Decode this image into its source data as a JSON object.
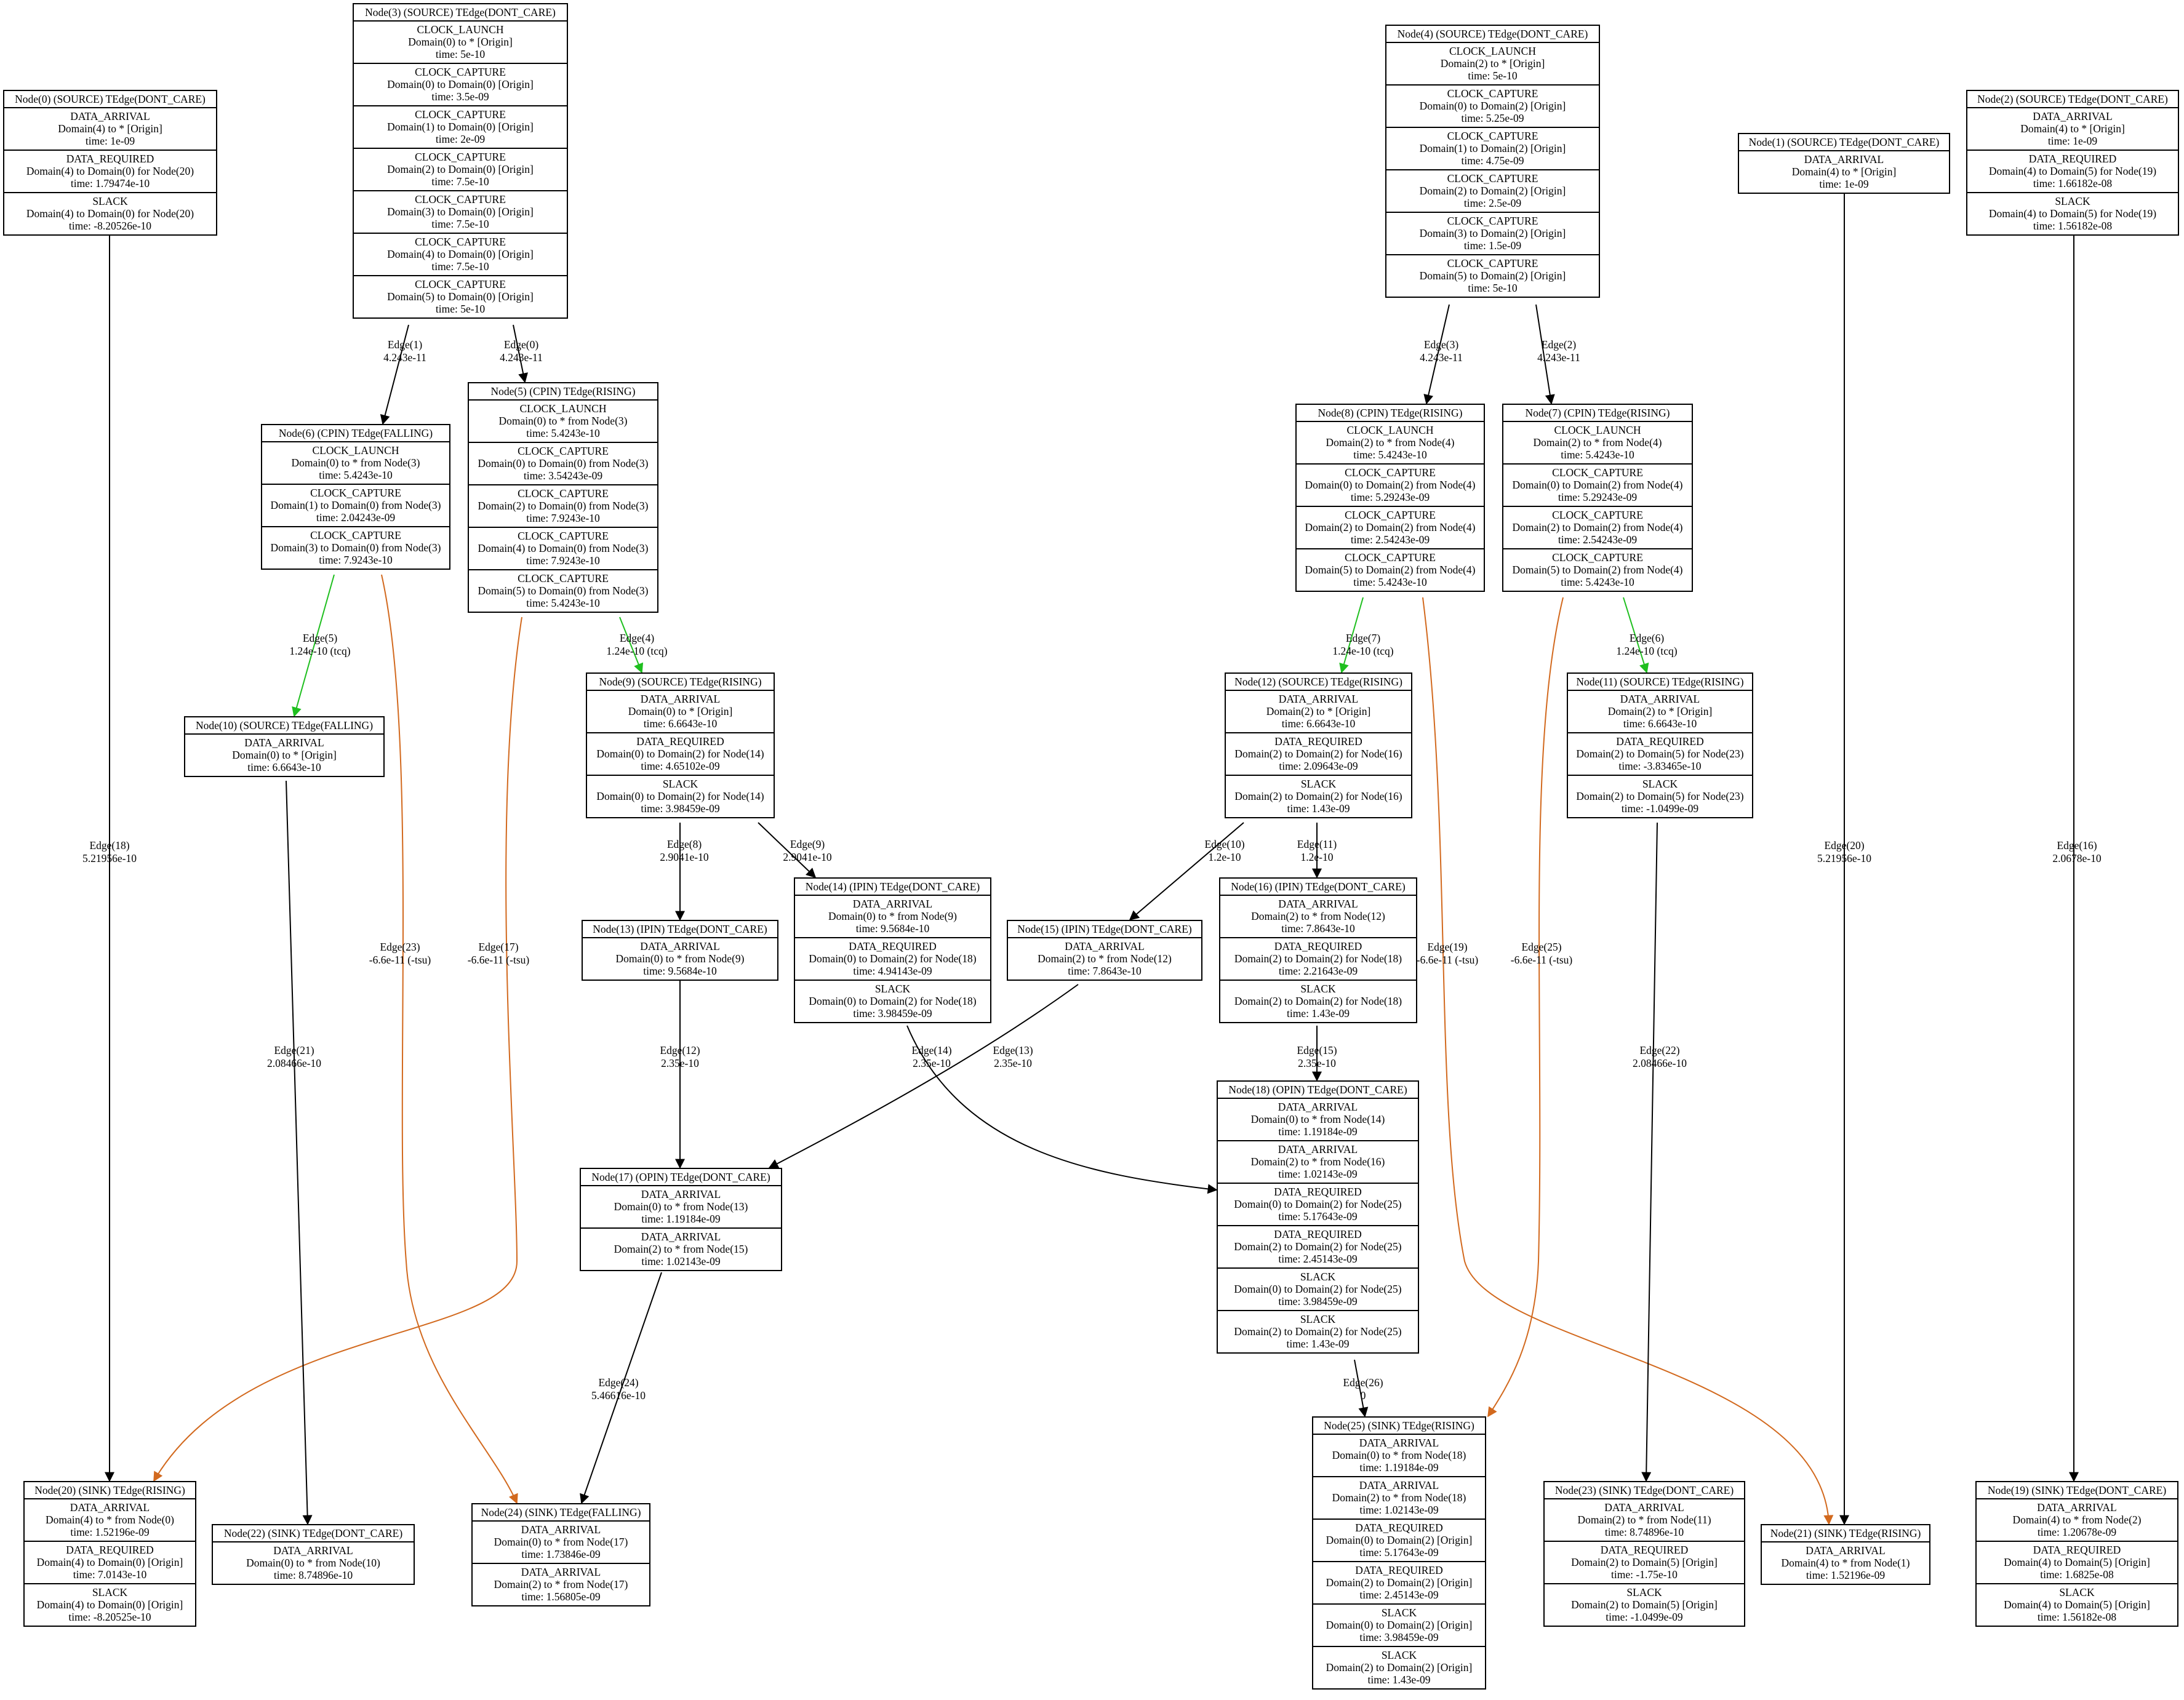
{
  "nodes": [
    {
      "id": "0",
      "title": "Node(0) (SOURCE) TEdge(DONT_CARE)",
      "rows": [
        {
          "kind": "DATA_ARRIVAL",
          "domain": "Domain(4) to * [Origin]",
          "time": "time: 1e-09"
        },
        {
          "kind": "DATA_REQUIRED",
          "domain": "Domain(4) to Domain(0) for Node(20)",
          "time": "time: 1.79474e-10"
        },
        {
          "kind": "SLACK",
          "domain": "Domain(4) to Domain(0) for Node(20)",
          "time": "time: -8.20526e-10"
        }
      ]
    },
    {
      "id": "3",
      "title": "Node(3) (SOURCE) TEdge(DONT_CARE)",
      "rows": [
        {
          "kind": "CLOCK_LAUNCH",
          "domain": "Domain(0) to * [Origin]",
          "time": "time: 5e-10"
        },
        {
          "kind": "CLOCK_CAPTURE",
          "domain": "Domain(0) to Domain(0) [Origin]",
          "time": "time: 3.5e-09"
        },
        {
          "kind": "CLOCK_CAPTURE",
          "domain": "Domain(1) to Domain(0) [Origin]",
          "time": "time: 2e-09"
        },
        {
          "kind": "CLOCK_CAPTURE",
          "domain": "Domain(2) to Domain(0) [Origin]",
          "time": "time: 7.5e-10"
        },
        {
          "kind": "CLOCK_CAPTURE",
          "domain": "Domain(3) to Domain(0) [Origin]",
          "time": "time: 7.5e-10"
        },
        {
          "kind": "CLOCK_CAPTURE",
          "domain": "Domain(4) to Domain(0) [Origin]",
          "time": "time: 7.5e-10"
        },
        {
          "kind": "CLOCK_CAPTURE",
          "domain": "Domain(5) to Domain(0) [Origin]",
          "time": "time: 5e-10"
        }
      ]
    },
    {
      "id": "4",
      "title": "Node(4) (SOURCE) TEdge(DONT_CARE)",
      "rows": [
        {
          "kind": "CLOCK_LAUNCH",
          "domain": "Domain(2) to * [Origin]",
          "time": "time: 5e-10"
        },
        {
          "kind": "CLOCK_CAPTURE",
          "domain": "Domain(0) to Domain(2) [Origin]",
          "time": "time: 5.25e-09"
        },
        {
          "kind": "CLOCK_CAPTURE",
          "domain": "Domain(1) to Domain(2) [Origin]",
          "time": "time: 4.75e-09"
        },
        {
          "kind": "CLOCK_CAPTURE",
          "domain": "Domain(2) to Domain(2) [Origin]",
          "time": "time: 2.5e-09"
        },
        {
          "kind": "CLOCK_CAPTURE",
          "domain": "Domain(3) to Domain(2) [Origin]",
          "time": "time: 1.5e-09"
        },
        {
          "kind": "CLOCK_CAPTURE",
          "domain": "Domain(5) to Domain(2) [Origin]",
          "time": "time: 5e-10"
        }
      ]
    },
    {
      "id": "1",
      "title": "Node(1) (SOURCE) TEdge(DONT_CARE)",
      "rows": [
        {
          "kind": "DATA_ARRIVAL",
          "domain": "Domain(4) to * [Origin]",
          "time": "time: 1e-09"
        }
      ]
    },
    {
      "id": "2",
      "title": "Node(2) (SOURCE) TEdge(DONT_CARE)",
      "rows": [
        {
          "kind": "DATA_ARRIVAL",
          "domain": "Domain(4) to * [Origin]",
          "time": "time: 1e-09"
        },
        {
          "kind": "DATA_REQUIRED",
          "domain": "Domain(4) to Domain(5) for Node(19)",
          "time": "time: 1.66182e-08"
        },
        {
          "kind": "SLACK",
          "domain": "Domain(4) to Domain(5) for Node(19)",
          "time": "time: 1.56182e-08"
        }
      ]
    },
    {
      "id": "6",
      "title": "Node(6) (CPIN) TEdge(FALLING)",
      "rows": [
        {
          "kind": "CLOCK_LAUNCH",
          "domain": "Domain(0) to * from Node(3)",
          "time": "time: 5.4243e-10"
        },
        {
          "kind": "CLOCK_CAPTURE",
          "domain": "Domain(1) to Domain(0) from Node(3)",
          "time": "time: 2.04243e-09"
        },
        {
          "kind": "CLOCK_CAPTURE",
          "domain": "Domain(3) to Domain(0) from Node(3)",
          "time": "time: 7.9243e-10"
        }
      ]
    },
    {
      "id": "5",
      "title": "Node(5) (CPIN) TEdge(RISING)",
      "rows": [
        {
          "kind": "CLOCK_LAUNCH",
          "domain": "Domain(0) to * from Node(3)",
          "time": "time: 5.4243e-10"
        },
        {
          "kind": "CLOCK_CAPTURE",
          "domain": "Domain(0) to Domain(0) from Node(3)",
          "time": "time: 3.54243e-09"
        },
        {
          "kind": "CLOCK_CAPTURE",
          "domain": "Domain(2) to Domain(0) from Node(3)",
          "time": "time: 7.9243e-10"
        },
        {
          "kind": "CLOCK_CAPTURE",
          "domain": "Domain(4) to Domain(0) from Node(3)",
          "time": "time: 7.9243e-10"
        },
        {
          "kind": "CLOCK_CAPTURE",
          "domain": "Domain(5) to Domain(0) from Node(3)",
          "time": "time: 5.4243e-10"
        }
      ]
    },
    {
      "id": "8",
      "title": "Node(8) (CPIN) TEdge(RISING)",
      "rows": [
        {
          "kind": "CLOCK_LAUNCH",
          "domain": "Domain(2) to * from Node(4)",
          "time": "time: 5.4243e-10"
        },
        {
          "kind": "CLOCK_CAPTURE",
          "domain": "Domain(0) to Domain(2) from Node(4)",
          "time": "time: 5.29243e-09"
        },
        {
          "kind": "CLOCK_CAPTURE",
          "domain": "Domain(2) to Domain(2) from Node(4)",
          "time": "time: 2.54243e-09"
        },
        {
          "kind": "CLOCK_CAPTURE",
          "domain": "Domain(5) to Domain(2) from Node(4)",
          "time": "time: 5.4243e-10"
        }
      ]
    },
    {
      "id": "7",
      "title": "Node(7) (CPIN) TEdge(RISING)",
      "rows": [
        {
          "kind": "CLOCK_LAUNCH",
          "domain": "Domain(2) to * from Node(4)",
          "time": "time: 5.4243e-10"
        },
        {
          "kind": "CLOCK_CAPTURE",
          "domain": "Domain(0) to Domain(2) from Node(4)",
          "time": "time: 5.29243e-09"
        },
        {
          "kind": "CLOCK_CAPTURE",
          "domain": "Domain(2) to Domain(2) from Node(4)",
          "time": "time: 2.54243e-09"
        },
        {
          "kind": "CLOCK_CAPTURE",
          "domain": "Domain(5) to Domain(2) from Node(4)",
          "time": "time: 5.4243e-10"
        }
      ]
    },
    {
      "id": "10",
      "title": "Node(10) (SOURCE) TEdge(FALLING)",
      "rows": [
        {
          "kind": "DATA_ARRIVAL",
          "domain": "Domain(0) to * [Origin]",
          "time": "time: 6.6643e-10"
        }
      ]
    },
    {
      "id": "9",
      "title": "Node(9) (SOURCE) TEdge(RISING)",
      "rows": [
        {
          "kind": "DATA_ARRIVAL",
          "domain": "Domain(0) to * [Origin]",
          "time": "time: 6.6643e-10"
        },
        {
          "kind": "DATA_REQUIRED",
          "domain": "Domain(0) to Domain(2) for Node(14)",
          "time": "time: 4.65102e-09"
        },
        {
          "kind": "SLACK",
          "domain": "Domain(0) to Domain(2) for Node(14)",
          "time": "time: 3.98459e-09"
        }
      ]
    },
    {
      "id": "12",
      "title": "Node(12) (SOURCE) TEdge(RISING)",
      "rows": [
        {
          "kind": "DATA_ARRIVAL",
          "domain": "Domain(2) to * [Origin]",
          "time": "time: 6.6643e-10"
        },
        {
          "kind": "DATA_REQUIRED",
          "domain": "Domain(2) to Domain(2) for Node(16)",
          "time": "time: 2.09643e-09"
        },
        {
          "kind": "SLACK",
          "domain": "Domain(2) to Domain(2) for Node(16)",
          "time": "time: 1.43e-09"
        }
      ]
    },
    {
      "id": "11",
      "title": "Node(11) (SOURCE) TEdge(RISING)",
      "rows": [
        {
          "kind": "DATA_ARRIVAL",
          "domain": "Domain(2) to * [Origin]",
          "time": "time: 6.6643e-10"
        },
        {
          "kind": "DATA_REQUIRED",
          "domain": "Domain(2) to Domain(5) for Node(23)",
          "time": "time: -3.83465e-10"
        },
        {
          "kind": "SLACK",
          "domain": "Domain(2) to Domain(5) for Node(23)",
          "time": "time: -1.0499e-09"
        }
      ]
    },
    {
      "id": "14",
      "title": "Node(14) (IPIN) TEdge(DONT_CARE)",
      "rows": [
        {
          "kind": "DATA_ARRIVAL",
          "domain": "Domain(0) to * from Node(9)",
          "time": "time: 9.5684e-10"
        },
        {
          "kind": "DATA_REQUIRED",
          "domain": "Domain(0) to Domain(2) for Node(18)",
          "time": "time: 4.94143e-09"
        },
        {
          "kind": "SLACK",
          "domain": "Domain(0) to Domain(2) for Node(18)",
          "time": "time: 3.98459e-09"
        }
      ]
    },
    {
      "id": "16",
      "title": "Node(16) (IPIN) TEdge(DONT_CARE)",
      "rows": [
        {
          "kind": "DATA_ARRIVAL",
          "domain": "Domain(2) to * from Node(12)",
          "time": "time: 7.8643e-10"
        },
        {
          "kind": "DATA_REQUIRED",
          "domain": "Domain(2) to Domain(2) for Node(18)",
          "time": "time: 2.21643e-09"
        },
        {
          "kind": "SLACK",
          "domain": "Domain(2) to Domain(2) for Node(18)",
          "time": "time: 1.43e-09"
        }
      ]
    },
    {
      "id": "13",
      "title": "Node(13) (IPIN) TEdge(DONT_CARE)",
      "rows": [
        {
          "kind": "DATA_ARRIVAL",
          "domain": "Domain(0) to * from Node(9)",
          "time": "time: 9.5684e-10"
        }
      ]
    },
    {
      "id": "15",
      "title": "Node(15) (IPIN) TEdge(DONT_CARE)",
      "rows": [
        {
          "kind": "DATA_ARRIVAL",
          "domain": "Domain(2) to * from Node(12)",
          "time": "time: 7.8643e-10"
        }
      ]
    },
    {
      "id": "18",
      "title": "Node(18) (OPIN) TEdge(DONT_CARE)",
      "rows": [
        {
          "kind": "DATA_ARRIVAL",
          "domain": "Domain(0) to * from Node(14)",
          "time": "time: 1.19184e-09"
        },
        {
          "kind": "DATA_ARRIVAL",
          "domain": "Domain(2) to * from Node(16)",
          "time": "time: 1.02143e-09"
        },
        {
          "kind": "DATA_REQUIRED",
          "domain": "Domain(0) to Domain(2) for Node(25)",
          "time": "time: 5.17643e-09"
        },
        {
          "kind": "DATA_REQUIRED",
          "domain": "Domain(2) to Domain(2) for Node(25)",
          "time": "time: 2.45143e-09"
        },
        {
          "kind": "SLACK",
          "domain": "Domain(0) to Domain(2) for Node(25)",
          "time": "time: 3.98459e-09"
        },
        {
          "kind": "SLACK",
          "domain": "Domain(2) to Domain(2) for Node(25)",
          "time": "time: 1.43e-09"
        }
      ]
    },
    {
      "id": "17",
      "title": "Node(17) (OPIN) TEdge(DONT_CARE)",
      "rows": [
        {
          "kind": "DATA_ARRIVAL",
          "domain": "Domain(0) to * from Node(13)",
          "time": "time: 1.19184e-09"
        },
        {
          "kind": "DATA_ARRIVAL",
          "domain": "Domain(2) to * from Node(15)",
          "time": "time: 1.02143e-09"
        }
      ]
    },
    {
      "id": "20",
      "title": "Node(20) (SINK) TEdge(RISING)",
      "rows": [
        {
          "kind": "DATA_ARRIVAL",
          "domain": "Domain(4) to * from Node(0)",
          "time": "time: 1.52196e-09"
        },
        {
          "kind": "DATA_REQUIRED",
          "domain": "Domain(4) to Domain(0) [Origin]",
          "time": "time: 7.0143e-10"
        },
        {
          "kind": "SLACK",
          "domain": "Domain(4) to Domain(0) [Origin]",
          "time": "time: -8.20525e-10"
        }
      ]
    },
    {
      "id": "22",
      "title": "Node(22) (SINK) TEdge(DONT_CARE)",
      "rows": [
        {
          "kind": "DATA_ARRIVAL",
          "domain": "Domain(0) to * from Node(10)",
          "time": "time: 8.74896e-10"
        }
      ]
    },
    {
      "id": "24",
      "title": "Node(24) (SINK) TEdge(FALLING)",
      "rows": [
        {
          "kind": "DATA_ARRIVAL",
          "domain": "Domain(0) to * from Node(17)",
          "time": "time: 1.73846e-09"
        },
        {
          "kind": "DATA_ARRIVAL",
          "domain": "Domain(2) to * from Node(17)",
          "time": "time: 1.56805e-09"
        }
      ]
    },
    {
      "id": "25",
      "title": "Node(25) (SINK) TEdge(RISING)",
      "rows": [
        {
          "kind": "DATA_ARRIVAL",
          "domain": "Domain(0) to * from Node(18)",
          "time": "time: 1.19184e-09"
        },
        {
          "kind": "DATA_ARRIVAL",
          "domain": "Domain(2) to * from Node(18)",
          "time": "time: 1.02143e-09"
        },
        {
          "kind": "DATA_REQUIRED",
          "domain": "Domain(0) to Domain(2) [Origin]",
          "time": "time: 5.17643e-09"
        },
        {
          "kind": "DATA_REQUIRED",
          "domain": "Domain(2) to Domain(2) [Origin]",
          "time": "time: 2.45143e-09"
        },
        {
          "kind": "SLACK",
          "domain": "Domain(0) to Domain(2) [Origin]",
          "time": "time: 3.98459e-09"
        },
        {
          "kind": "SLACK",
          "domain": "Domain(2) to Domain(2) [Origin]",
          "time": "time: 1.43e-09"
        }
      ]
    },
    {
      "id": "23",
      "title": "Node(23) (SINK) TEdge(DONT_CARE)",
      "rows": [
        {
          "kind": "DATA_ARRIVAL",
          "domain": "Domain(2) to * from Node(11)",
          "time": "time: 8.74896e-10"
        },
        {
          "kind": "DATA_REQUIRED",
          "domain": "Domain(2) to Domain(5) [Origin]",
          "time": "time: -1.75e-10"
        },
        {
          "kind": "SLACK",
          "domain": "Domain(2) to Domain(5) [Origin]",
          "time": "time: -1.0499e-09"
        }
      ]
    },
    {
      "id": "21",
      "title": "Node(21) (SINK) TEdge(RISING)",
      "rows": [
        {
          "kind": "DATA_ARRIVAL",
          "domain": "Domain(4) to * from Node(1)",
          "time": "time: 1.52196e-09"
        }
      ]
    },
    {
      "id": "19",
      "title": "Node(19) (SINK) TEdge(DONT_CARE)",
      "rows": [
        {
          "kind": "DATA_ARRIVAL",
          "domain": "Domain(4) to * from Node(2)",
          "time": "time: 1.20678e-09"
        },
        {
          "kind": "DATA_REQUIRED",
          "domain": "Domain(4) to Domain(5) [Origin]",
          "time": "time: 1.6825e-08"
        },
        {
          "kind": "SLACK",
          "domain": "Domain(4) to Domain(5) [Origin]",
          "time": "time: 1.56182e-08"
        }
      ]
    }
  ],
  "edges": [
    {
      "id": "0",
      "from": "3",
      "to": "5",
      "label": "Edge(0)",
      "value": "4.243e-11",
      "kind": "clock"
    },
    {
      "id": "1",
      "from": "3",
      "to": "6",
      "label": "Edge(1)",
      "value": "4.243e-11",
      "kind": "clock"
    },
    {
      "id": "2",
      "from": "4",
      "to": "7",
      "label": "Edge(2)",
      "value": "4.243e-11",
      "kind": "clock"
    },
    {
      "id": "3",
      "from": "4",
      "to": "8",
      "label": "Edge(3)",
      "value": "4.243e-11",
      "kind": "clock"
    },
    {
      "id": "4",
      "from": "5",
      "to": "9",
      "label": "Edge(4)",
      "value": "1.24e-10 (tcq)",
      "kind": "tcq"
    },
    {
      "id": "5",
      "from": "6",
      "to": "10",
      "label": "Edge(5)",
      "value": "1.24e-10 (tcq)",
      "kind": "tcq"
    },
    {
      "id": "6",
      "from": "7",
      "to": "11",
      "label": "Edge(6)",
      "value": "1.24e-10 (tcq)",
      "kind": "tcq"
    },
    {
      "id": "7",
      "from": "8",
      "to": "12",
      "label": "Edge(7)",
      "value": "1.24e-10 (tcq)",
      "kind": "tcq"
    },
    {
      "id": "8",
      "from": "9",
      "to": "13",
      "label": "Edge(8)",
      "value": "2.9041e-10",
      "kind": "data"
    },
    {
      "id": "9",
      "from": "9",
      "to": "14",
      "label": "Edge(9)",
      "value": "2.9041e-10",
      "kind": "data"
    },
    {
      "id": "10",
      "from": "12",
      "to": "15",
      "label": "Edge(10)",
      "value": "1.2e-10",
      "kind": "data"
    },
    {
      "id": "11",
      "from": "12",
      "to": "16",
      "label": "Edge(11)",
      "value": "1.2e-10",
      "kind": "data"
    },
    {
      "id": "12",
      "from": "13",
      "to": "17",
      "label": "Edge(12)",
      "value": "2.35e-10",
      "kind": "data"
    },
    {
      "id": "13",
      "from": "15",
      "to": "17",
      "label": "Edge(13)",
      "value": "2.35e-10",
      "kind": "data"
    },
    {
      "id": "14",
      "from": "14",
      "to": "18",
      "label": "Edge(14)",
      "value": "2.35e-10",
      "kind": "data"
    },
    {
      "id": "15",
      "from": "16",
      "to": "18",
      "label": "Edge(15)",
      "value": "2.35e-10",
      "kind": "data"
    },
    {
      "id": "16",
      "from": "2",
      "to": "19",
      "label": "Edge(16)",
      "value": "2.0678e-10",
      "kind": "data"
    },
    {
      "id": "17",
      "from": "5",
      "to": "20",
      "label": "Edge(17)",
      "value": "-6.6e-11 (-tsu)",
      "kind": "tsu"
    },
    {
      "id": "18",
      "from": "0",
      "to": "20",
      "label": "Edge(18)",
      "value": "5.21956e-10",
      "kind": "data"
    },
    {
      "id": "19",
      "from": "8",
      "to": "21",
      "label": "Edge(19)",
      "value": "-6.6e-11 (-tsu)",
      "kind": "tsu"
    },
    {
      "id": "20",
      "from": "1",
      "to": "21",
      "label": "Edge(20)",
      "value": "5.21956e-10",
      "kind": "data"
    },
    {
      "id": "21",
      "from": "10",
      "to": "22",
      "label": "Edge(21)",
      "value": "2.08466e-10",
      "kind": "data"
    },
    {
      "id": "22",
      "from": "11",
      "to": "23",
      "label": "Edge(22)",
      "value": "2.08466e-10",
      "kind": "data"
    },
    {
      "id": "23",
      "from": "6",
      "to": "24",
      "label": "Edge(23)",
      "value": "-6.6e-11 (-tsu)",
      "kind": "tsu"
    },
    {
      "id": "24",
      "from": "17",
      "to": "24",
      "label": "Edge(24)",
      "value": "5.46616e-10",
      "kind": "data"
    },
    {
      "id": "25",
      "from": "7",
      "to": "25",
      "label": "Edge(25)",
      "value": "-6.6e-11 (-tsu)",
      "kind": "tsu"
    },
    {
      "id": "26",
      "from": "18",
      "to": "25",
      "label": "Edge(26)",
      "value": "0",
      "kind": "data"
    }
  ],
  "colors": {
    "clock": "#000000",
    "data": "#000000",
    "tcq": "#1fbf1f",
    "tsu": "#d2691e"
  }
}
